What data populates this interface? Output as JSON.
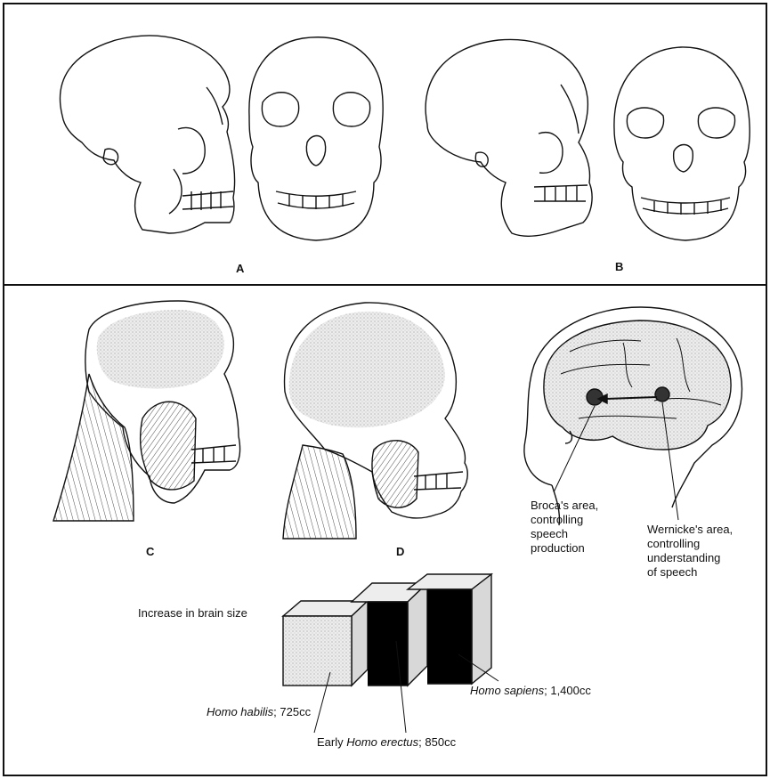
{
  "panel_labels": {
    "a": "A",
    "b": "B",
    "c": "C",
    "d": "D"
  },
  "brain": {
    "broca": [
      "Broca's area,",
      "controlling",
      "speech",
      "production"
    ],
    "wernicke": [
      "Wernicke's area,",
      "controlling",
      "understanding",
      "of speech"
    ]
  },
  "size_chart": {
    "title": "Increase in brain size",
    "items": [
      {
        "species": "Homo habilis",
        "value": "; 725cc"
      },
      {
        "prefix": "Early ",
        "species": "Homo erectus",
        "value": "; 850cc"
      },
      {
        "species": "Homo sapiens",
        "value": "; 1,400cc"
      }
    ]
  },
  "colors": {
    "line": "#111111",
    "fill": "#e3e3e3"
  }
}
